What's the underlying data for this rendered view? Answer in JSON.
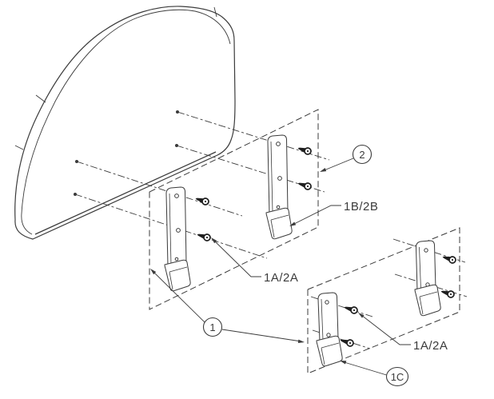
{
  "diagram": {
    "description": "Exploded isometric assembly diagram of a curved backrest shell with hook mounting brackets, mounting screws and phantom mounting planes",
    "colors": {
      "line": "#3b3b3b",
      "background": "#ffffff",
      "screw_dark": "#1f1f1f"
    },
    "balloons": [
      {
        "text": "2"
      },
      {
        "text": "1"
      },
      {
        "text": "1C"
      }
    ],
    "labels": [
      {
        "text": "1B/2B"
      },
      {
        "text": "1A/2A"
      },
      {
        "text": "1A/2A"
      }
    ]
  }
}
